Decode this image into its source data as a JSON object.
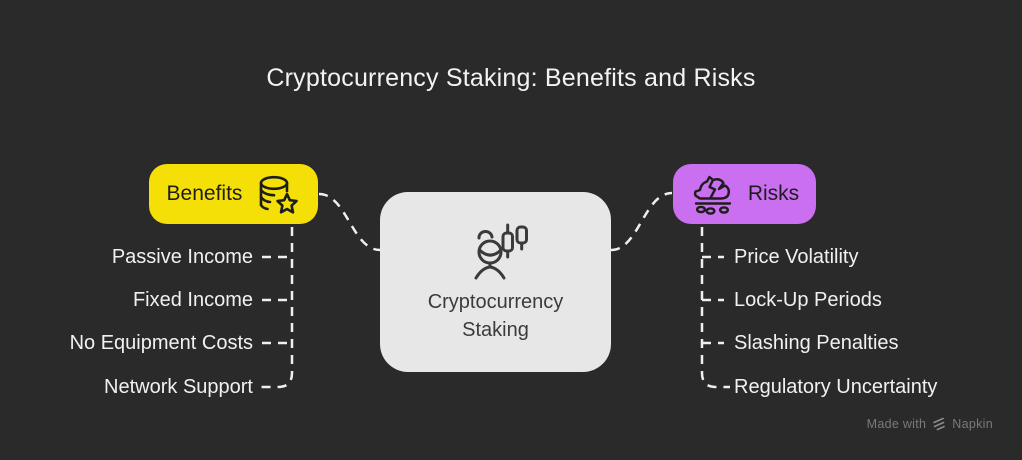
{
  "title": "Cryptocurrency Staking: Benefits and Risks",
  "center": {
    "label": "Cryptocurrency Staking",
    "icon": "staking-person-candlestick-icon"
  },
  "benefits": {
    "label": "Benefits",
    "icon": "coins-star-icon",
    "items": [
      "Passive Income",
      "Fixed Income",
      "No Equipment Costs",
      "Network Support"
    ]
  },
  "risks": {
    "label": "Risks",
    "icon": "broken-piggy-bank-icon",
    "items": [
      "Price Volatility",
      "Lock-Up Periods",
      "Slashing Penalties",
      "Regulatory Uncertainty"
    ]
  },
  "footer": {
    "made_with": "Made with",
    "brand": "Napkin",
    "icon": "napkin-logo-icon"
  },
  "colors": {
    "background": "#2A2A2A",
    "benefits_badge": "#F4E006",
    "risks_badge": "#C96FEF",
    "center_node_bg": "#E7E7E7",
    "text_light": "#F1F1F1",
    "text_dark": "#1D1D1D",
    "connector": "#EFEFEF",
    "footer_text": "#7A7A7A"
  }
}
